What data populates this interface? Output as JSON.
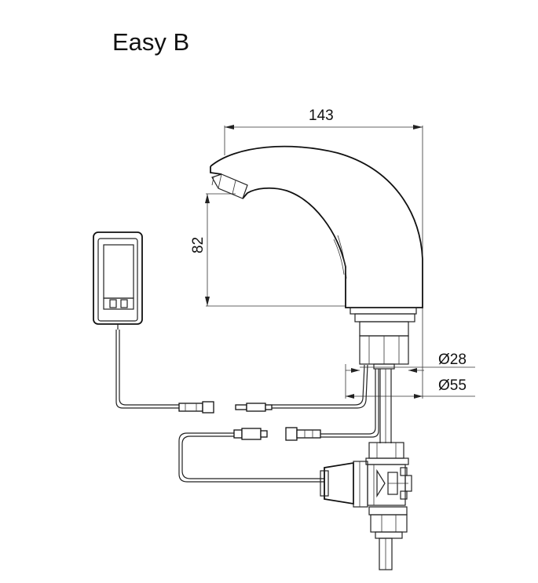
{
  "title": "Easy B",
  "dimensions": {
    "width": "143",
    "height": "82",
    "d_inner": "Ø28",
    "d_outer": "Ø55"
  }
}
